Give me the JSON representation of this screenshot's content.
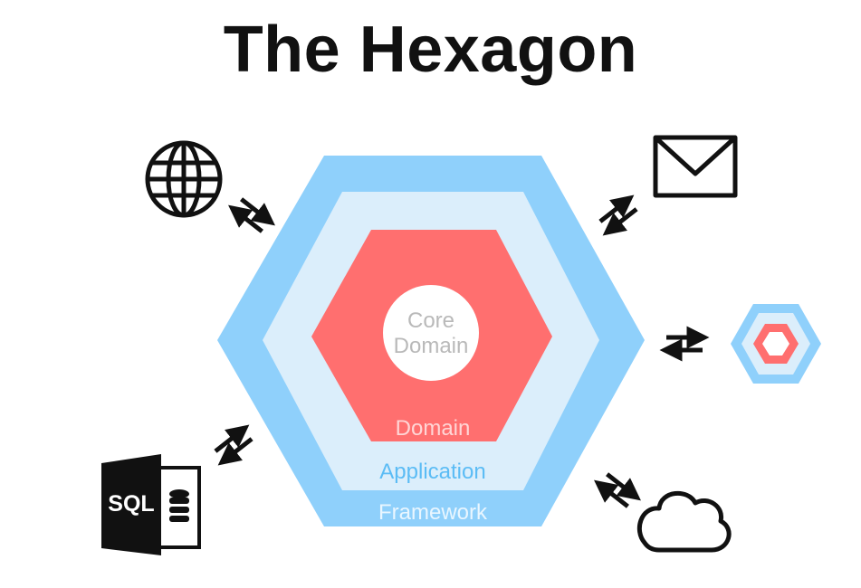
{
  "title": "The Hexagon",
  "layers": {
    "framework": "Framework",
    "application": "Application",
    "domain": "Domain",
    "core": [
      "Core",
      "Domain"
    ]
  },
  "adapters": {
    "sql_label": "SQL"
  },
  "colors": {
    "framework": "#8fd0fb",
    "application": "#dbeefb",
    "domain": "#ff6f6f",
    "core_circle": "#ffffff",
    "core_text": "#b9b9b9",
    "domain_text": "#ffd6d6",
    "application_text": "#5bbcf5",
    "framework_text": "#e9f6ff",
    "icon": "#111111"
  }
}
